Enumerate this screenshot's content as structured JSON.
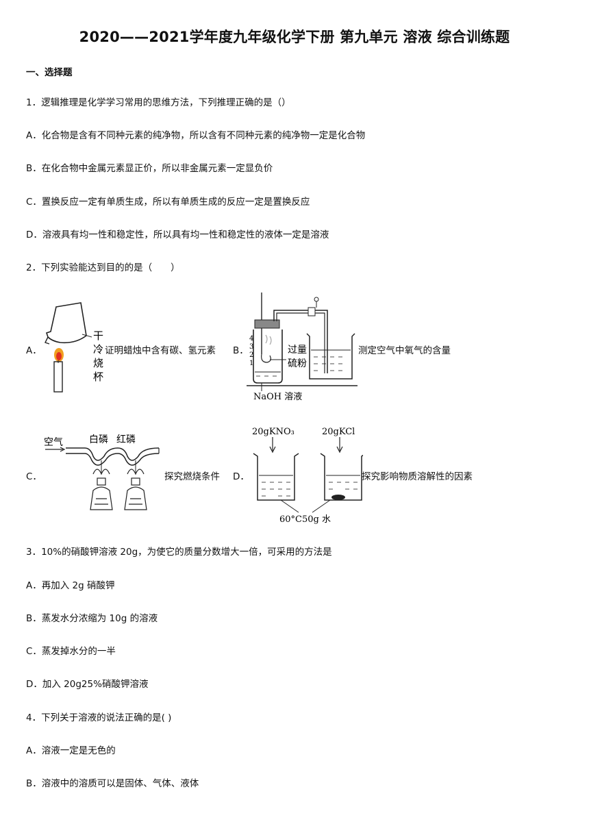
{
  "title": "2020——2021学年度九年级化学下册 第九单元 溶液 综合训练题",
  "section1": "一、选择题",
  "q1": {
    "stem": "1．逻辑推理是化学学习常用的思维方法，下列推理正确的是（）",
    "A": "A．化合物是含有不同种元素的纯净物，所以含有不同种元素的纯净物一定是化合物",
    "B": "B．在化合物中金属元素显正价，所以非金属元素一定显负价",
    "C": "C．置换反应一定有单质生成，所以有单质生成的反应一定是置换反应",
    "D": "D．溶液具有均一性和稳定性，所以具有均一性和稳定性的液体一定是溶液"
  },
  "q2": {
    "stem": "2．下列实验能达到目的的是（　　）",
    "A": {
      "letter": "A．",
      "caption": "证明蜡烛中含有碳、氢元素",
      "fig_label": [
        "干",
        "冷",
        "烧",
        "杯"
      ]
    },
    "B": {
      "letter": "B．",
      "caption": "测定空气中氧气的含量",
      "fig_label1": "过量",
      "fig_label2": "硫粉",
      "fig_label3": "NaOH 溶液",
      "scale": [
        "4",
        "3",
        "2",
        "1"
      ]
    },
    "C": {
      "letter": "C．",
      "caption": "探究燃烧条件",
      "fig_air": "空气",
      "fig_white": "白磷",
      "fig_red": "红磷"
    },
    "D": {
      "letter": "D．",
      "caption": "探究影响物质溶解性的因素",
      "fig_left": "20gKNO₃",
      "fig_right": "20gKCl",
      "fig_bottom": "60°C50g 水"
    }
  },
  "q3": {
    "stem": "3．10%的硝酸钾溶液 20g，为使它的质量分数增大一倍，可采用的方法是",
    "A": "A．再加入 2g 硝酸钾",
    "B": "B．蒸发水分浓缩为 10g 的溶液",
    "C": "C．蒸发掉水分的一半",
    "D": "D．加入 20g25%硝酸钾溶液"
  },
  "q4": {
    "stem": "4．下列关于溶液的说法正确的是( )",
    "A": "A．溶液一定是无色的",
    "B": "B．溶液中的溶质可以是固体、气体、液体"
  }
}
